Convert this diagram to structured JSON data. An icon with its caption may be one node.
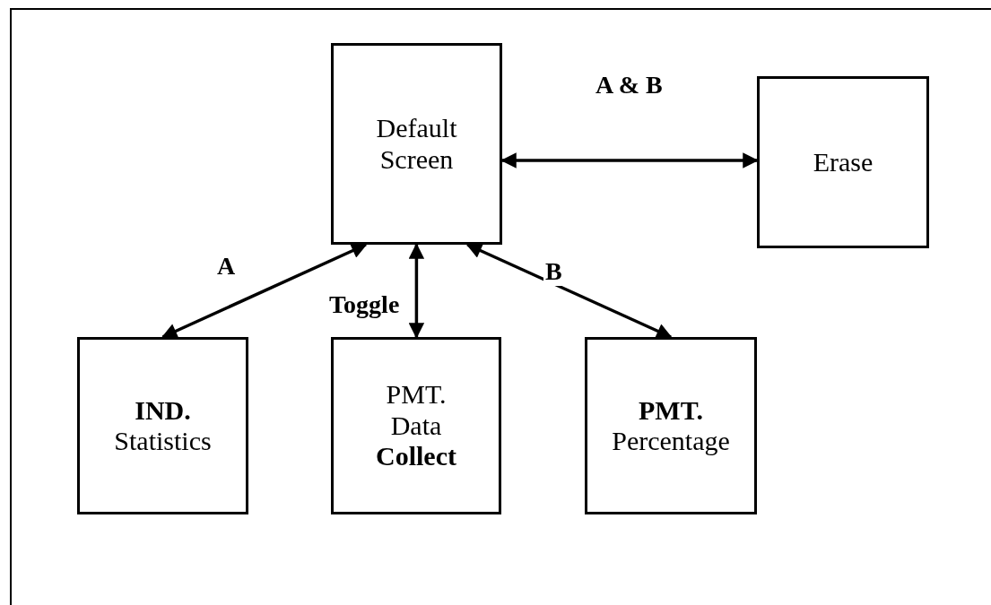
{
  "diagram": {
    "nodes": [
      {
        "text": [
          "Default Screen"
        ]
      },
      {
        "text": [
          "Erase"
        ]
      },
      {
        "text": [
          "**IND.** Statistics"
        ]
      },
      {
        "text": [
          "PMT. Data **Collect**"
        ]
      },
      {
        "text": [
          "**PMT.** Percentage"
        ]
      }
    ],
    "edges": [
      {
        "from": 0,
        "to": 1,
        "arrow": "both",
        "label": "A & B"
      },
      {
        "from": 0,
        "to": 2,
        "arrow": "both",
        "label": "A"
      },
      {
        "from": 0,
        "to": 3,
        "arrow": "both",
        "label": "Toggle"
      },
      {
        "from": 0,
        "to": 4,
        "arrow": "both",
        "label": "B"
      }
    ]
  }
}
